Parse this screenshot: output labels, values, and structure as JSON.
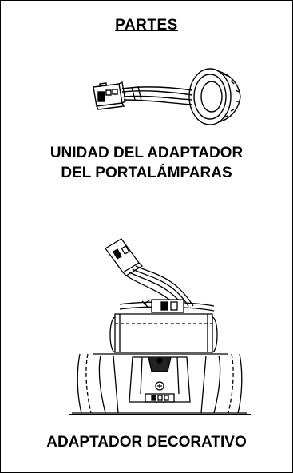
{
  "section": {
    "title": "PARTES"
  },
  "parts": [
    {
      "label_line1": "UNIDAD DEL ADAPTADOR",
      "label_line2": "DEL PORTALÁMPARAS",
      "illustration": "lampholder-adapter-drawing"
    },
    {
      "label": "ADAPTADOR DECORATIVO",
      "illustration": "decorative-adapter-drawing"
    }
  ],
  "colors": {
    "line": "#000000",
    "background": "#ffffff"
  }
}
